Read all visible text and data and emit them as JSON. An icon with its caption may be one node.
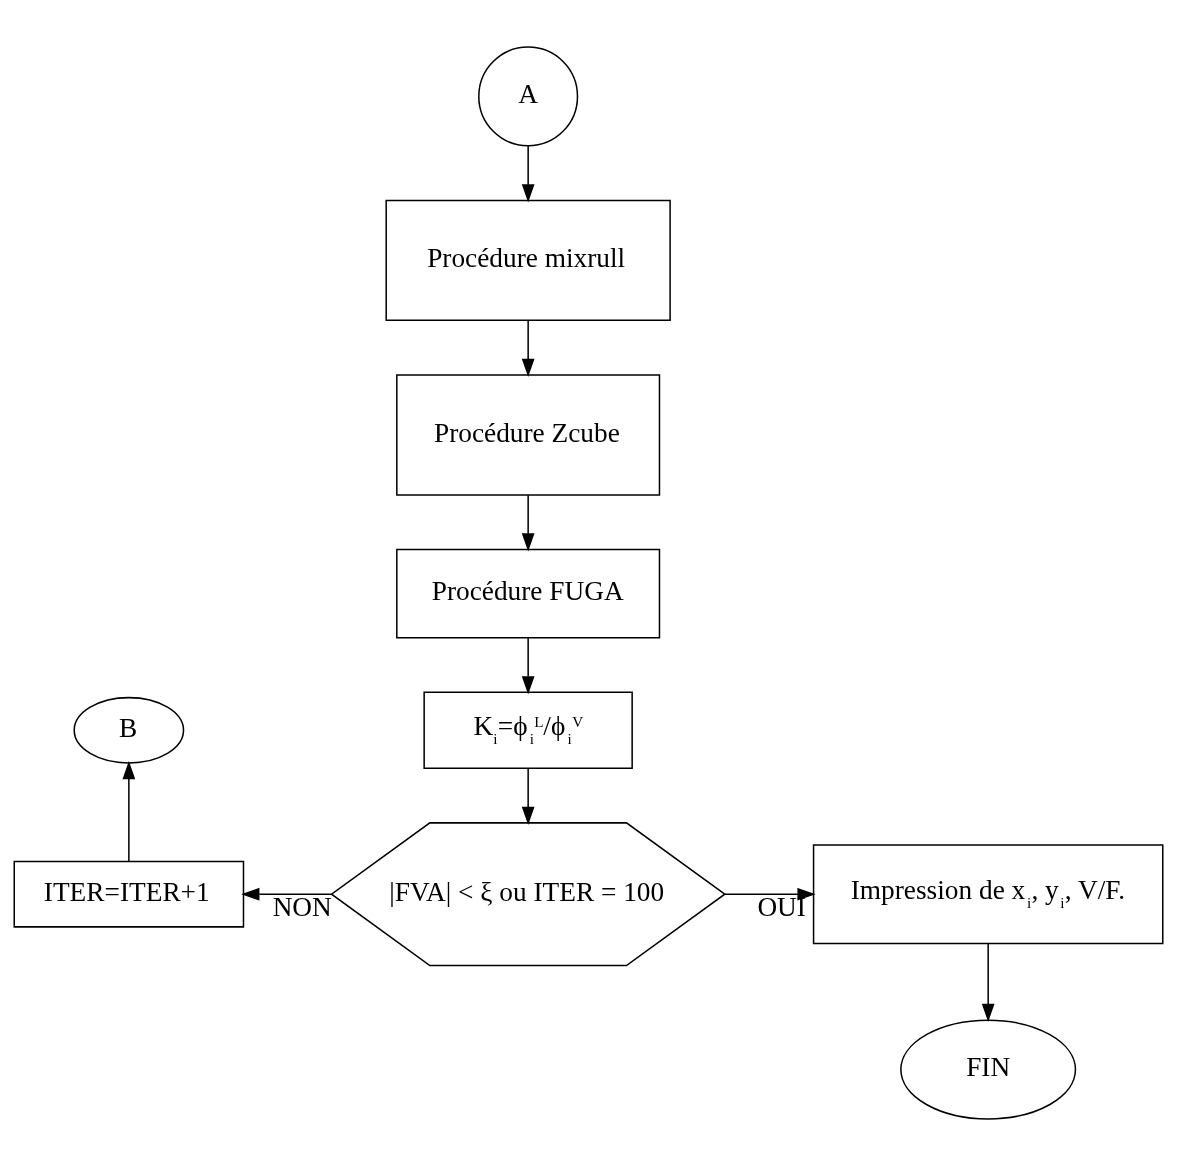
{
  "diagram": {
    "nodes": [
      {
        "text": [
          "A"
        ]
      },
      {
        "text": [
          "Procédure mixrull"
        ]
      },
      {
        "text": [
          "Procédure Zcube"
        ]
      },
      {
        "text": [
          "Procédure FUGA"
        ]
      },
      {
        "text": [
          "K$_{i}$=ϕ$_{i}$$^{L}$/ϕ$_{i}$$^{V}$"
        ]
      },
      {
        "text": [
          "|FVA| < ξ ou ITER = 100"
        ]
      },
      {
        "text": [
          "ITER=ITER+1"
        ]
      },
      {
        "text": [
          "B"
        ]
      },
      {
        "text": [
          "Impression de x$_{i}$, y$_{i}$, V/F."
        ]
      },
      {
        "text": [
          "FIN"
        ]
      }
    ],
    "edges": [
      {
        "from": 0,
        "to": 1,
        "arrow": "to"
      },
      {
        "from": 1,
        "to": 2,
        "arrow": "to"
      },
      {
        "from": 2,
        "to": 3,
        "arrow": "to"
      },
      {
        "from": 3,
        "to": 4,
        "arrow": "to"
      },
      {
        "from": 4,
        "to": 5,
        "arrow": "to"
      },
      {
        "from": 5,
        "to": 6,
        "label": "NON",
        "arrow": "to"
      },
      {
        "from": 6,
        "to": 7,
        "arrow": "to"
      },
      {
        "from": 5,
        "to": 8,
        "label": "OUI",
        "arrow": "to"
      },
      {
        "from": 8,
        "to": 9,
        "arrow": "to"
      }
    ]
  }
}
